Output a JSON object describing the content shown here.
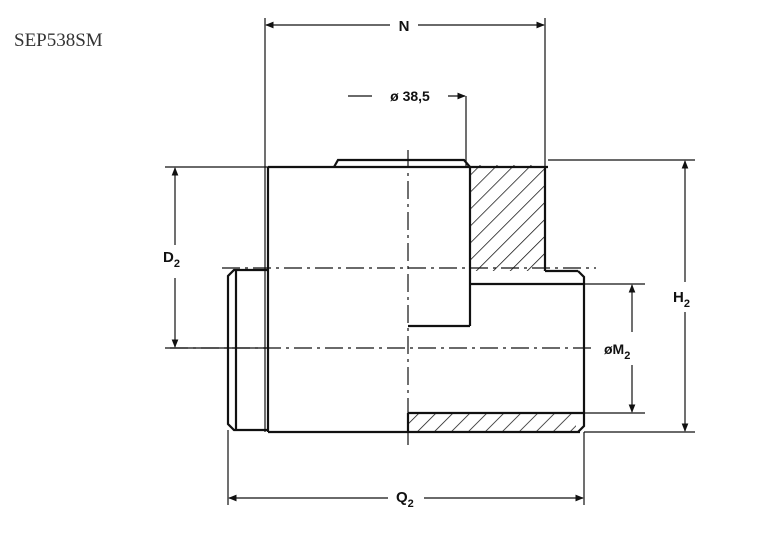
{
  "header": {
    "code": "SEP538SM"
  },
  "dimensions": {
    "n": "N",
    "bore": "ø 38,5",
    "d2": {
      "main": "D",
      "sub": "2"
    },
    "h2": {
      "main": "H",
      "sub": "2"
    },
    "m2": {
      "main": "øM",
      "sub": "2"
    },
    "q2": {
      "main": "Q",
      "sub": "2"
    }
  },
  "colors": {
    "line": "#111111",
    "background": "#ffffff",
    "label": "#333333"
  }
}
